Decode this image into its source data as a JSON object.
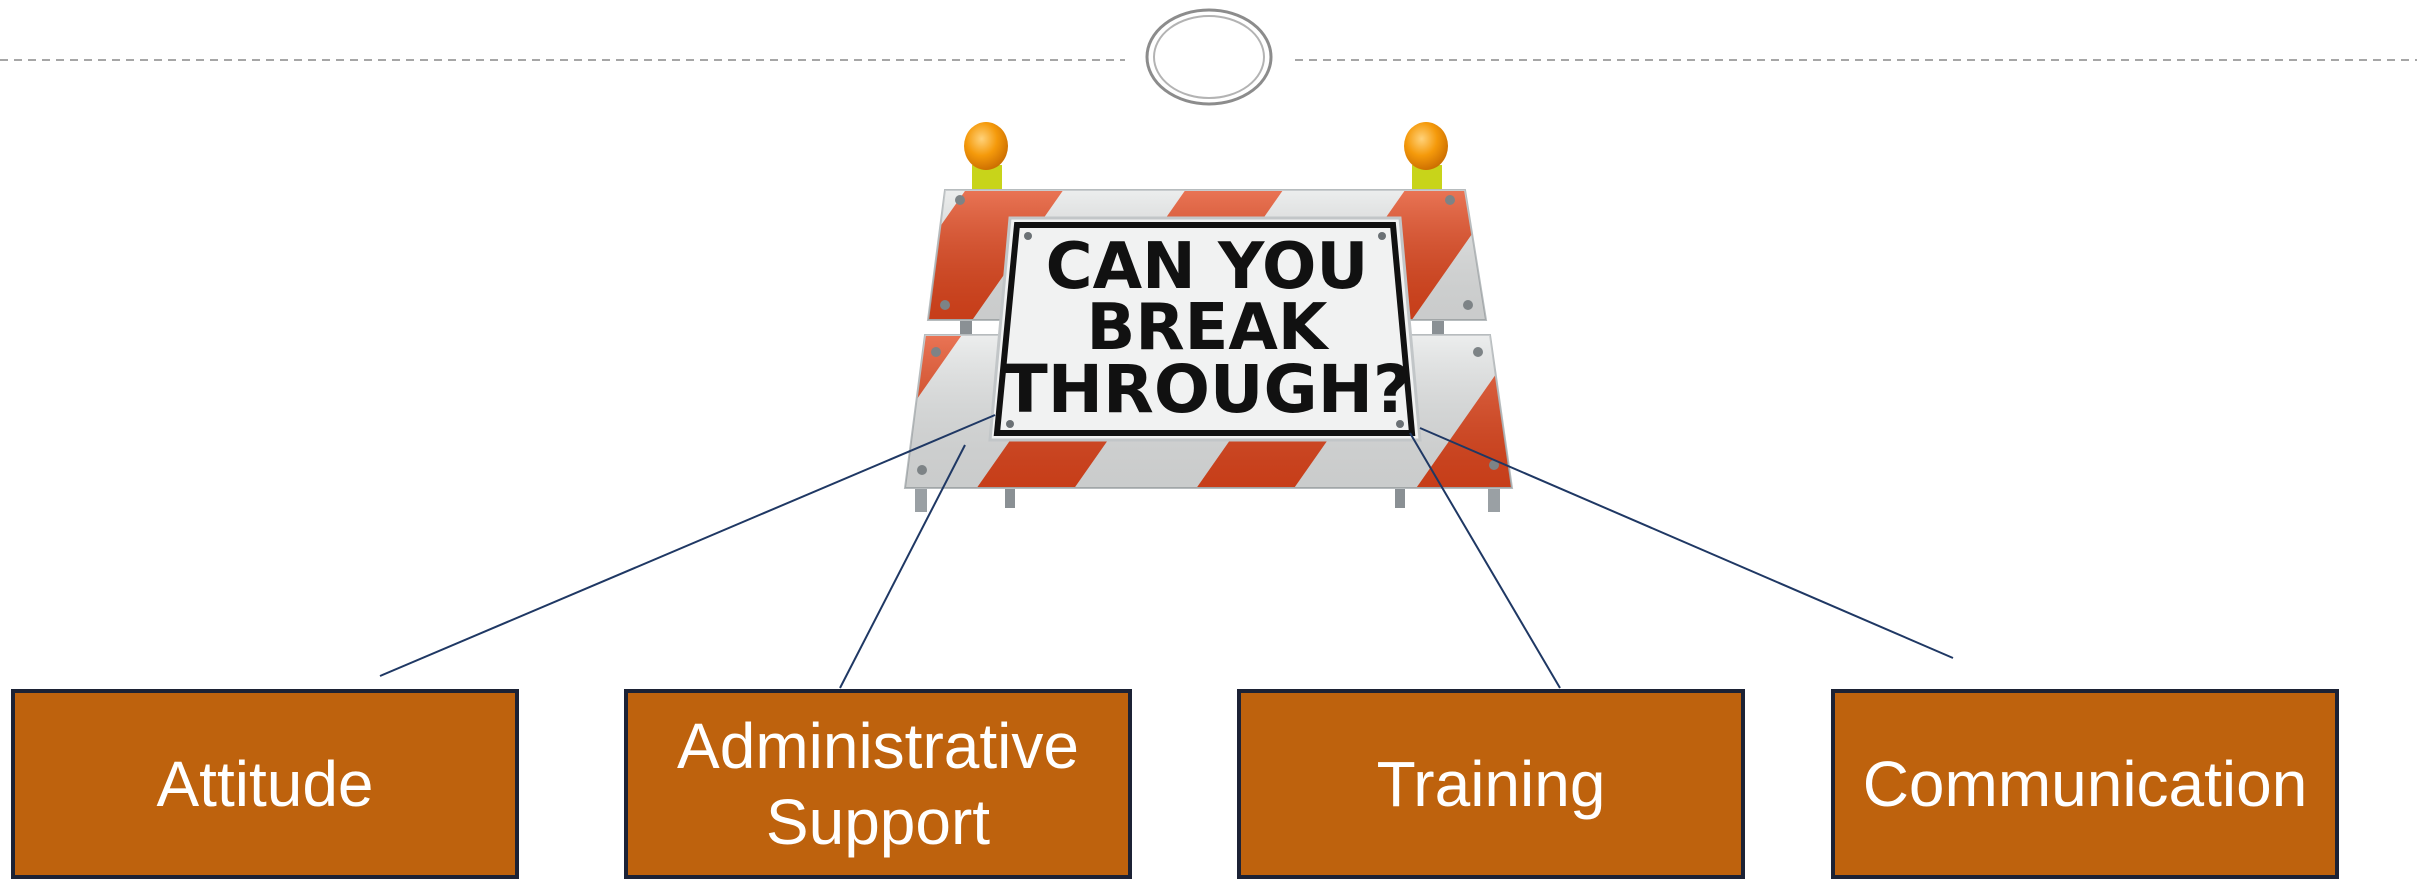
{
  "sign": {
    "line1": "CAN YOU",
    "line2": "BREAK",
    "line3": "THROUGH?"
  },
  "boxes": {
    "attitude": {
      "line1": "Attitude"
    },
    "administrative_support": {
      "line1": "Administrative",
      "line2": "Support"
    },
    "training": {
      "line1": "Training"
    },
    "communication": {
      "line1": "Communication"
    }
  },
  "colors": {
    "box_fill": "#be620d",
    "box_border": "#1c2235",
    "connector": "#1f3864",
    "barricade_stripe": "#e2461c",
    "warning_light": "#f59a0b",
    "divider": "#a6a6a6"
  }
}
